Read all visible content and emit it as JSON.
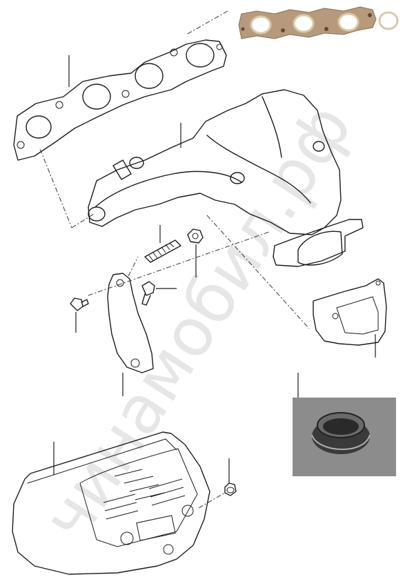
{
  "watermark": {
    "text": "чинамобил.рф"
  },
  "parts": [
    {
      "name": "exhaust-manifold-gasket"
    },
    {
      "name": "exhaust-manifold"
    },
    {
      "name": "stud"
    },
    {
      "name": "nut"
    },
    {
      "name": "manifold-support-bracket"
    },
    {
      "name": "bracket-bolt"
    },
    {
      "name": "flange-bolt"
    },
    {
      "name": "lower-heat-shield"
    },
    {
      "name": "exhaust-seal-ring"
    },
    {
      "name": "upper-heat-shield"
    },
    {
      "name": "heat-shield-bolt"
    }
  ],
  "colors": {
    "line": "#1a1a1a",
    "gasket_photo": "#b79a7c",
    "ring_photo_bg": "#8c8c8c",
    "watermark": "#e6e6e6"
  }
}
